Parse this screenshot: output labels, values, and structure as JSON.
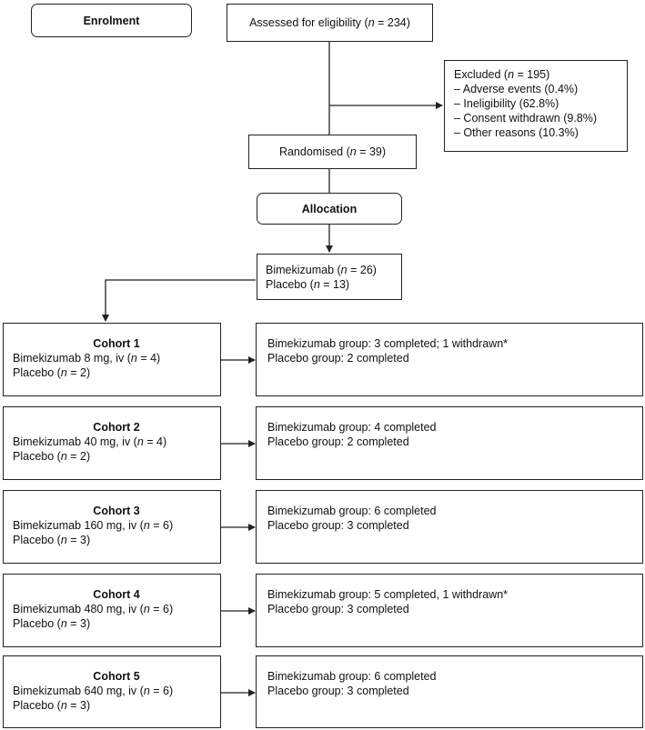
{
  "enrolment_label": "Enrolment",
  "allocation_label": "Allocation",
  "assessed": {
    "prefix": "Assessed for eligibility (",
    "n": "n",
    "suffix": " = 234)"
  },
  "excluded": {
    "title_prefix": "Excluded (",
    "n": "n",
    "title_suffix": " = 195)",
    "reasons": [
      "– Adverse events (0.4%)",
      "– Ineligibility (62.8%)",
      "– Consent withdrawn (9.8%)",
      "– Other reasons (10.3%)"
    ]
  },
  "randomised": {
    "prefix": "Randomised (",
    "n": "n",
    "suffix": " = 39)"
  },
  "allocated": {
    "line1_prefix": "Bimekizumab (",
    "line1_n": "n",
    "line1_suffix": " = 26)",
    "line2_prefix": "Placebo (",
    "line2_n": "n",
    "line2_suffix": " = 13)"
  },
  "cohorts": [
    {
      "title": "Cohort 1",
      "dose_prefix": "Bimekizumab 8 mg, iv (",
      "dose_n": "n",
      "dose_suffix": " = 4)",
      "placebo_prefix": "Placebo (",
      "placebo_n": "n",
      "placebo_suffix": " = 2)",
      "outcome_bime": "Bimekizumab group: 3 completed; 1 withdrawn*",
      "outcome_placebo": "Placebo group: 2 completed"
    },
    {
      "title": "Cohort 2",
      "dose_prefix": "Bimekizumab 40 mg, iv (",
      "dose_n": "n",
      "dose_suffix": " = 4)",
      "placebo_prefix": "Placebo (",
      "placebo_n": "n",
      "placebo_suffix": " = 2)",
      "outcome_bime": "Bimekizumab group: 4 completed",
      "outcome_placebo": "Placebo group: 2 completed"
    },
    {
      "title": "Cohort 3",
      "dose_prefix": "Bimekizumab 160 mg, iv (",
      "dose_n": "n",
      "dose_suffix": " = 6)",
      "placebo_prefix": "Placebo (",
      "placebo_n": "n",
      "placebo_suffix": " = 3)",
      "outcome_bime": "Bimekizumab group: 6 completed",
      "outcome_placebo": "Placebo group: 3 completed"
    },
    {
      "title": "Cohort 4",
      "dose_prefix": "Bimekizumab 480 mg, iv (",
      "dose_n": "n",
      "dose_suffix": " = 6)",
      "placebo_prefix": "Placebo (",
      "placebo_n": "n",
      "placebo_suffix": " = 3)",
      "outcome_bime": "Bimekizumab group: 5 completed, 1 withdrawn*",
      "outcome_placebo": "Placebo group: 3 completed"
    },
    {
      "title": "Cohort 5",
      "dose_prefix": "Bimekizumab 640 mg, iv (",
      "dose_n": "n",
      "dose_suffix": " = 6)",
      "placebo_prefix": "Placebo (",
      "placebo_n": "n",
      "placebo_suffix": " = 3)",
      "outcome_bime": "Bimekizumab group: 6 completed",
      "outcome_placebo": "Placebo group: 3 completed"
    }
  ]
}
